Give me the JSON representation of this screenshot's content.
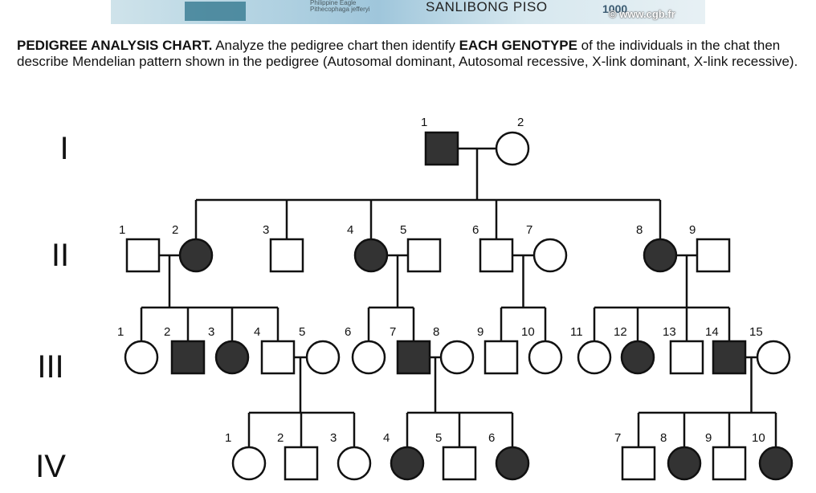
{
  "banner": {
    "mini_text": "Philippine Eagle",
    "mini_text_2": "Pithecophaga jefferyi",
    "place_text": "SANLIBONG PISO",
    "year_text": "1000",
    "watermark": "© www.cgb.fr"
  },
  "instructions": {
    "part1": "PEDIGREE ANALYSIS CHART.",
    "part2": " Analyze the pedigree chart then identify ",
    "part3": "EACH GENOTYPE",
    "part4": " of the individuals in the chat then describe Mendelian pattern shown in the pedigree (Autosomal dominant, Autosomal recessive, X-link dominant, X-link recessive)."
  },
  "pedigree": {
    "generations": [
      {
        "label": "I",
        "individuals": [
          {
            "id": "1",
            "sex": "male",
            "affected": true
          },
          {
            "id": "2",
            "sex": "female",
            "affected": false
          }
        ]
      },
      {
        "label": "II",
        "individuals": [
          {
            "id": "1",
            "sex": "male",
            "affected": false
          },
          {
            "id": "2",
            "sex": "female",
            "affected": true
          },
          {
            "id": "3",
            "sex": "male",
            "affected": false
          },
          {
            "id": "4",
            "sex": "female",
            "affected": true
          },
          {
            "id": "5",
            "sex": "male",
            "affected": false
          },
          {
            "id": "6",
            "sex": "male",
            "affected": false
          },
          {
            "id": "7",
            "sex": "female",
            "affected": false
          },
          {
            "id": "8",
            "sex": "female",
            "affected": true
          },
          {
            "id": "9",
            "sex": "male",
            "affected": false
          }
        ]
      },
      {
        "label": "III",
        "individuals": [
          {
            "id": "1",
            "sex": "female",
            "affected": false
          },
          {
            "id": "2",
            "sex": "male",
            "affected": true
          },
          {
            "id": "3",
            "sex": "female",
            "affected": true
          },
          {
            "id": "4",
            "sex": "male",
            "affected": false
          },
          {
            "id": "5",
            "sex": "female",
            "affected": false
          },
          {
            "id": "6",
            "sex": "female",
            "affected": false
          },
          {
            "id": "7",
            "sex": "male",
            "affected": true
          },
          {
            "id": "8",
            "sex": "female",
            "affected": false
          },
          {
            "id": "9",
            "sex": "male",
            "affected": false
          },
          {
            "id": "10",
            "sex": "female",
            "affected": false
          },
          {
            "id": "11",
            "sex": "female",
            "affected": false
          },
          {
            "id": "12",
            "sex": "female",
            "affected": true
          },
          {
            "id": "13",
            "sex": "male",
            "affected": false
          },
          {
            "id": "14",
            "sex": "male",
            "affected": true
          },
          {
            "id": "15",
            "sex": "female",
            "affected": false
          }
        ]
      },
      {
        "label": "IV",
        "individuals": [
          {
            "id": "1",
            "sex": "female",
            "affected": false
          },
          {
            "id": "2",
            "sex": "male",
            "affected": false
          },
          {
            "id": "3",
            "sex": "female",
            "affected": false
          },
          {
            "id": "4",
            "sex": "female",
            "affected": true
          },
          {
            "id": "5",
            "sex": "male",
            "affected": false
          },
          {
            "id": "6",
            "sex": "female",
            "affected": true
          },
          {
            "id": "7",
            "sex": "male",
            "affected": false
          },
          {
            "id": "8",
            "sex": "female",
            "affected": true
          },
          {
            "id": "9",
            "sex": "male",
            "affected": false
          },
          {
            "id": "10",
            "sex": "female",
            "affected": true
          }
        ]
      }
    ]
  },
  "colors": {
    "affected": "#333333",
    "unaffected": "#ffffff",
    "line": "#111111"
  }
}
